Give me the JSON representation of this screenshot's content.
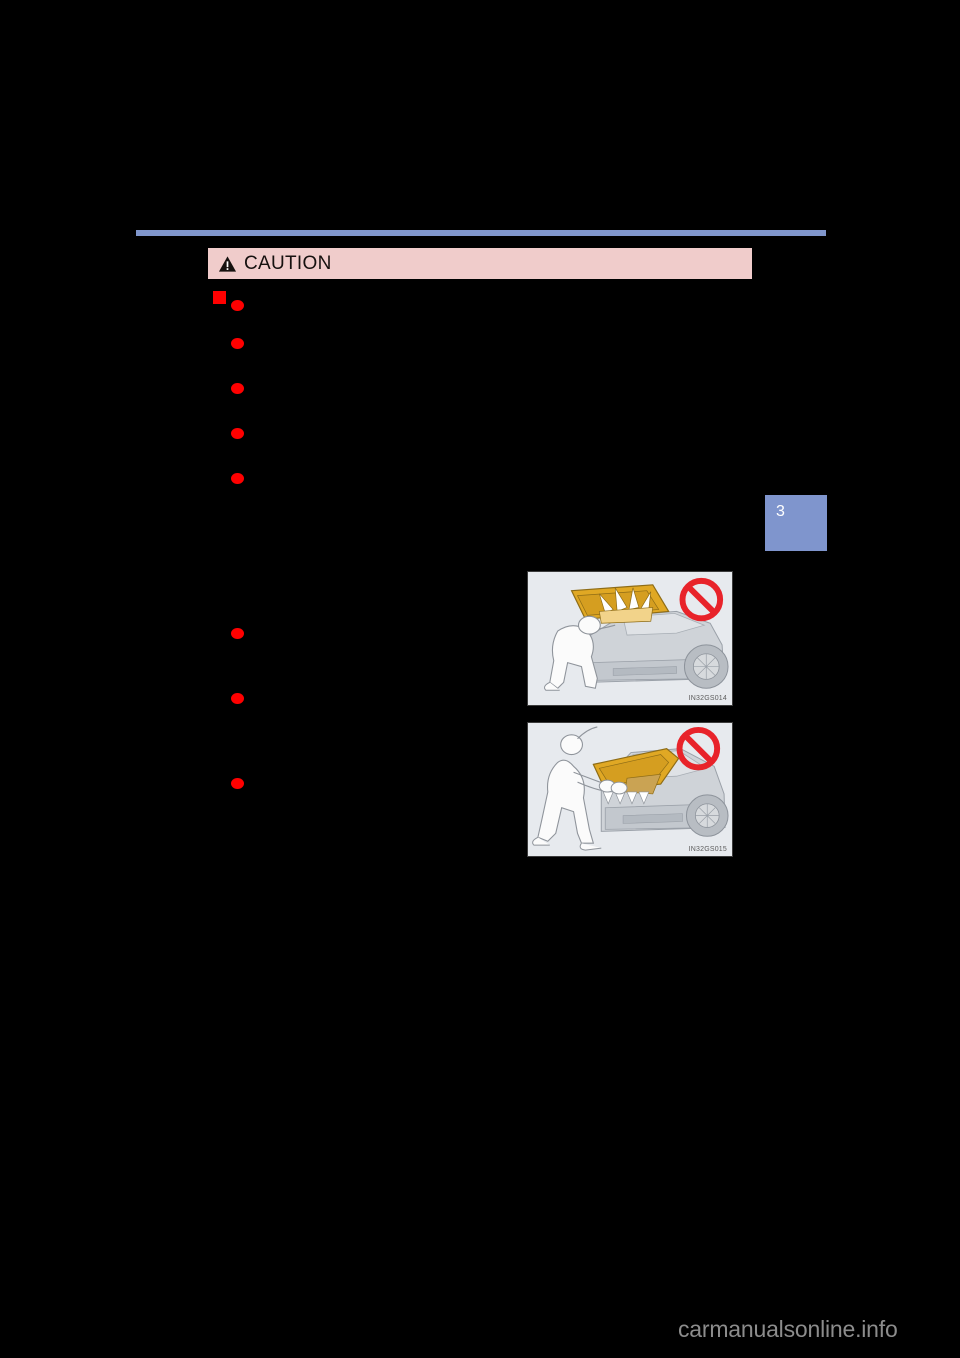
{
  "page": {
    "background_color": "#000000",
    "rule_color": "#8096cc",
    "chapter_tab": {
      "number": "3",
      "color": "#7f95cd",
      "text_color": "#ffffff"
    },
    "watermark": "carmanualsonline.info",
    "watermark_color": "#8c8c8c"
  },
  "caution": {
    "label": "CAUTION",
    "bar_color": "#f0cccb",
    "icon": "warning-triangle-icon",
    "marker_color": "#ff0000",
    "section_heading": "",
    "intro": "",
    "bullets": [
      {
        "text": ""
      },
      {
        "text": ""
      },
      {
        "text": ""
      },
      {
        "text": ""
      },
      {
        "text": ""
      },
      {
        "text": ""
      },
      {
        "text": ""
      },
      {
        "text": ""
      }
    ]
  },
  "illustrations": [
    {
      "caption": "IN32GS014",
      "alt": "person leaning under an open power liftgate which is closing on them, marked with a red prohibition sign",
      "frame_color": "#e7eaee",
      "highlight_color": "#e0a824",
      "prohibition_color": "#e8232a"
    },
    {
      "caption": "IN32GS015",
      "alt": "person pushing down on an open liftgate by hand, marked with a red prohibition sign",
      "frame_color": "#e7eaee",
      "highlight_color": "#e0a824",
      "prohibition_color": "#e8232a"
    }
  ]
}
